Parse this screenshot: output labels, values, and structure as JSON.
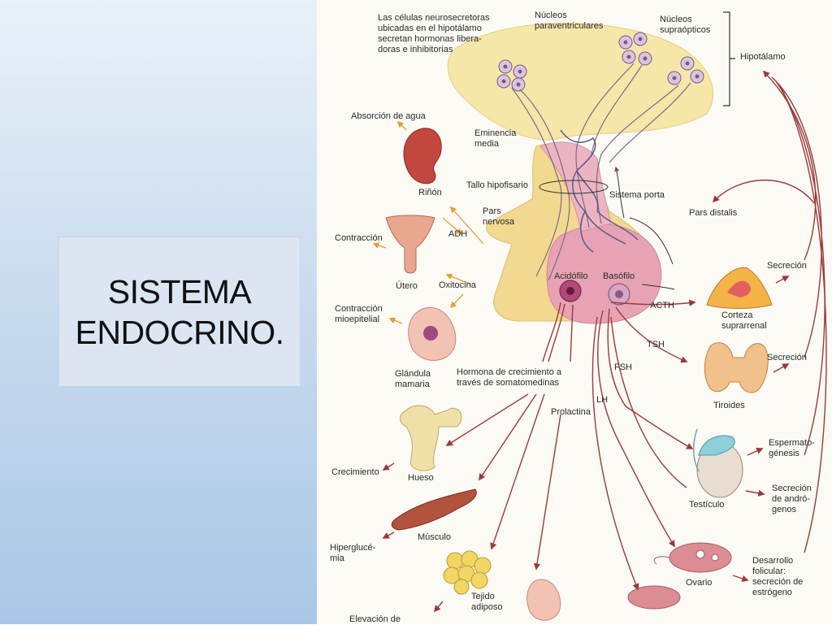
{
  "slide": {
    "title_line1": "SISTEMA",
    "title_line2": "ENDOCRINO."
  },
  "diagram": {
    "labels": {
      "neurosecretory": "Las células neurosecretoras\nubicadas en el hipotálamo\nsecretan hormonas libera-\ndoras e inhibitorias",
      "paraventricular": "Núcleos\nparaventriculares",
      "supraoptic": "Núcleos\nsupraópticos",
      "hypothalamus": "Hipotálamo",
      "water_absorption": "Absorción de agua",
      "median_eminence": "Eminencia\nmedia",
      "kidney": "Riñón",
      "stalk": "Tallo hipofisario",
      "portal_system": "Sistema porta",
      "pars_nervosa": "Pars\nnervosa",
      "pars_distalis": "Pars distalis",
      "contraction": "Contracción",
      "adh": "ADH",
      "uterus": "Útero",
      "oxytocin": "Oxitocina",
      "acidophil": "Acidófilo",
      "basophil": "Basófilo",
      "secretion_1": "Secreción",
      "myoepithelial": "Contracción\nmioepitelial",
      "acth": "ACTH",
      "adrenal_cortex": "Corteza\nsuprarrenal",
      "tsh": "TSH",
      "secretion_2": "Secreción",
      "mammary": "Glándula\nmamaria",
      "growth_hormone": "Hormona de crecimiento a\ntravés de somatomedinas",
      "fsh": "FSH",
      "thyroid": "Tiroides",
      "lh": "LH",
      "prolactin": "Prolactina",
      "spermatogenesis": "Espermato-\ngénesis",
      "growth": "Crecimiento",
      "bone": "Hueso",
      "testis": "Testículo",
      "androgen": "Secreción\nde andró-\ngenos",
      "hyperglycemia": "Hiperglucé-\nmia",
      "muscle": "Músculo",
      "follicular": "Desarrollo\nfolicular:\nsecreción de\nestrógeno",
      "ovary": "Ovario",
      "adipose": "Tejido\nadiposo",
      "elevation": "Elevación de"
    }
  }
}
